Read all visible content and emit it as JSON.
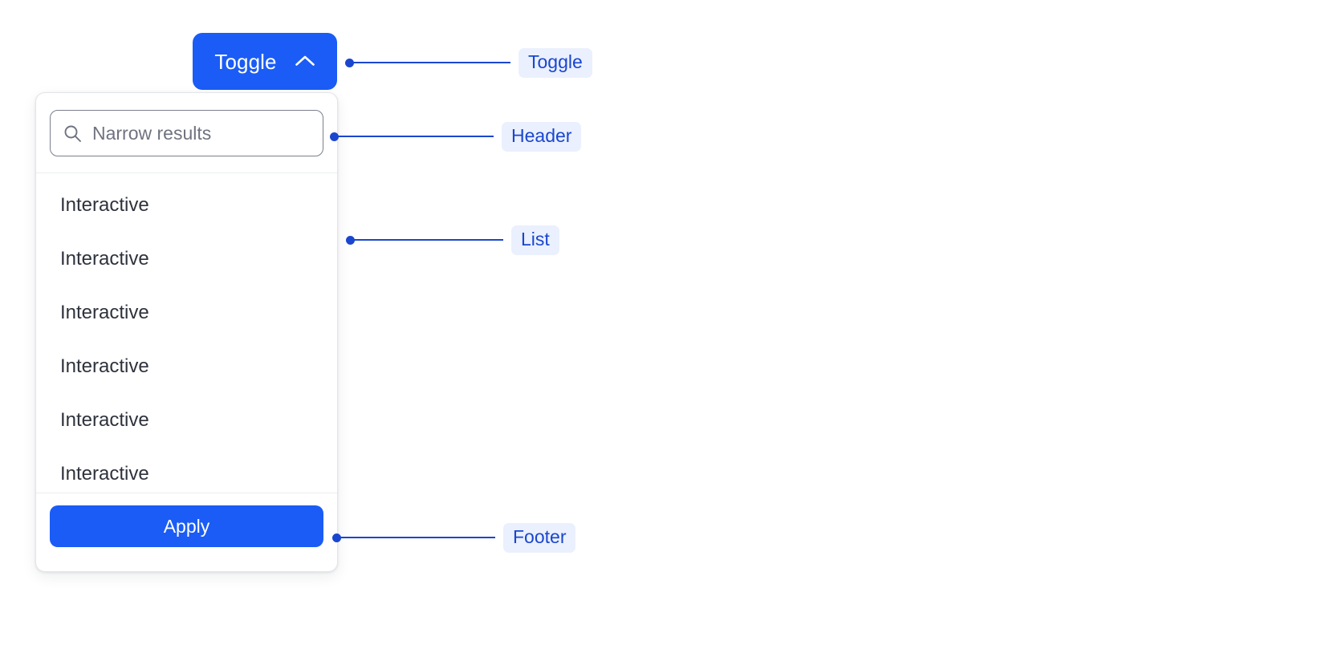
{
  "toggle": {
    "label": "Toggle",
    "icon": "chevron-up-icon",
    "background": "#1a5cf5",
    "text_color": "#ffffff"
  },
  "dropdown": {
    "header": {
      "search": {
        "icon": "search-icon",
        "placeholder": "Narrow results",
        "value": ""
      }
    },
    "list": {
      "items": [
        {
          "label": "Interactive"
        },
        {
          "label": "Interactive"
        },
        {
          "label": "Interactive"
        },
        {
          "label": "Interactive"
        },
        {
          "label": "Interactive"
        },
        {
          "label": "Interactive"
        }
      ]
    },
    "footer": {
      "apply_label": "Apply",
      "apply_background": "#1a5cf5"
    },
    "border_color": "#e4e5e9",
    "background": "#ffffff"
  },
  "annotations": {
    "badge_background": "#eaf0fd",
    "badge_text_color": "#1a46cf",
    "line_color": "#1a46cf",
    "items": [
      {
        "label": "Toggle",
        "target": "toggle-button"
      },
      {
        "label": "Header",
        "target": "dropdown-header"
      },
      {
        "label": "List",
        "target": "dropdown-list"
      },
      {
        "label": "Footer",
        "target": "dropdown-footer"
      }
    ]
  }
}
